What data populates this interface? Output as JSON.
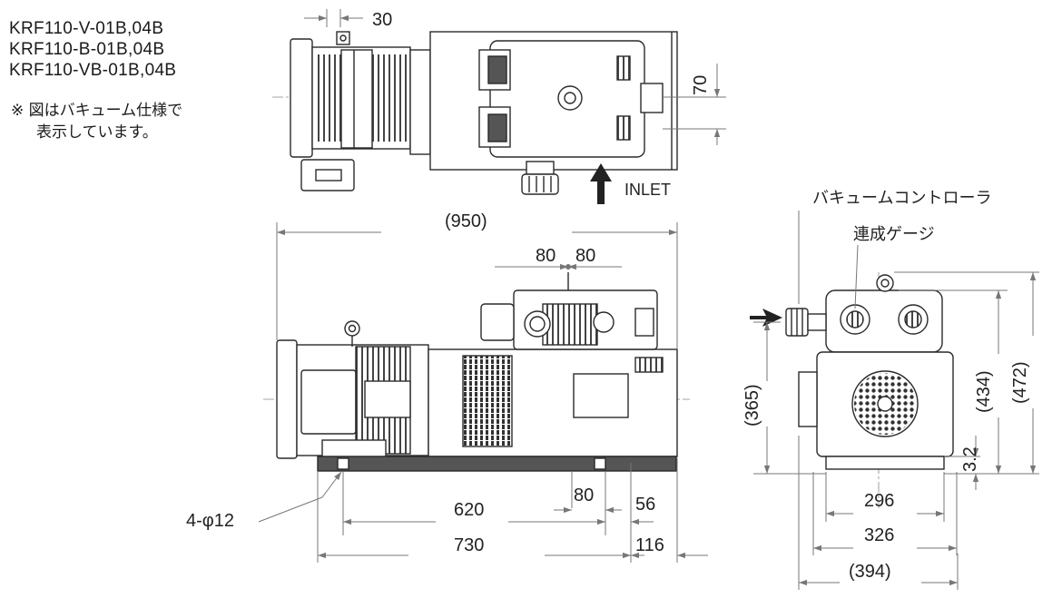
{
  "models": [
    "KRF110-V-01B,04B",
    "KRF110-B-01B,04B",
    "KRF110-VB-01B,04B"
  ],
  "note": {
    "line1": "※ 図はバキューム仕様で",
    "line2": "表示しています。"
  },
  "labels": {
    "inlet": "INLET",
    "vacuum_controller": "バキュームコントローラ",
    "compound_gauge": "連成ゲージ",
    "holes": "4-φ12"
  },
  "dimensions": {
    "top_30": "30",
    "top_70": "70",
    "overall_length": "(950)",
    "inlet_80_left": "80",
    "inlet_80_right": "80",
    "base_620": "620",
    "base_80": "80",
    "base_56": "56",
    "base_730": "730",
    "base_116": "116",
    "height_365": "(365)",
    "height_434": "(434)",
    "height_472": "(472)",
    "base_3_2": "3.2",
    "width_296": "296",
    "width_326": "326",
    "width_394": "(394)"
  },
  "colors": {
    "line": "#2a2a2a",
    "dim": "#777777",
    "fill": "#ffffff"
  }
}
